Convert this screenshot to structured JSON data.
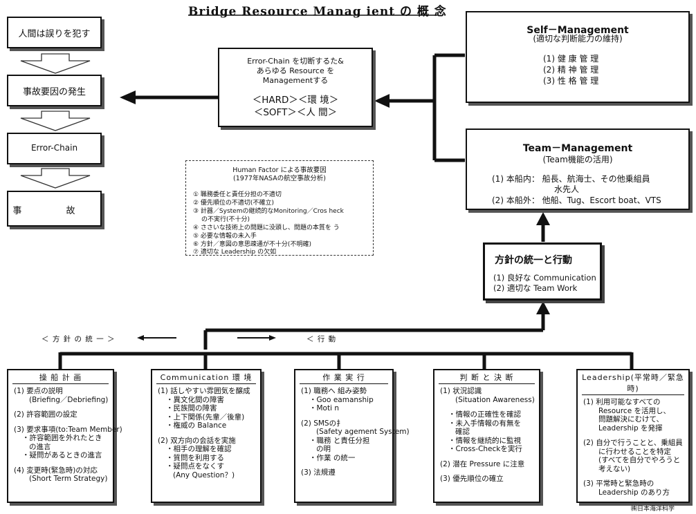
{
  "title": "Bridge  Resource  Manag  ient  の 概 念",
  "left_flow": [
    "人間は誤りを犯す",
    "事故要因の発生",
    "Error-Chain",
    "事 故"
  ],
  "center_box": {
    "line1": "Error-Chain を切断するた&",
    "line2": "あらゆる Resource を",
    "line3": "Managementする",
    "line4": "＜HARD＞＜環 境＞",
    "line5": "＜SOFT＞＜人 間＞"
  },
  "self_management": {
    "title": "Self－Management",
    "subtitle": "(適切な判断能力の維持)",
    "items": [
      "(1) 健 康 管 理",
      "(2) 精 神 管 理",
      "(3) 性 格 管 理"
    ]
  },
  "team_management": {
    "title": "Team－Management",
    "subtitle": "(Team機能の活用)",
    "items": [
      "(1) 本船内： 船長、航海士、その他乗組員",
      "水先人",
      "(2) 本船外： 他船、Tug、Escort boat、VTS"
    ]
  },
  "policy_box": {
    "title": "方針の統一と行動",
    "items": [
      "(1) 良好な Communication",
      "(2) 適切な Team Work"
    ]
  },
  "human_factor": {
    "title": "Human Factor による事故要因",
    "subtitle": "(1977年NASAの航空事故分析)",
    "items": [
      "① 職務委任と責任分担の不適切",
      "② 優先順位の不適切(不確立)",
      "③ 計器／Systemの継続的なMonitoring／Cros heck",
      "の不実行(不十分)",
      "④ ささいな技術上の問題に没頭し、問題の本質を う",
      "⑤ 必要な情報の未入手",
      "⑥ 方針／意図の意思疎通が不十分(不明確)",
      "⑦ 適切な Leadership の欠如"
    ]
  },
  "policy_label": "＜ 方 針 の 統 一 ＞",
  "action_label": "＜ 行 動",
  "bottom_boxes": [
    {
      "header": "操 船 計 画",
      "lines": [
        "(1) 要点の説明",
        "(Briefing／Debriefing)",
        "",
        "(2) 許容範囲の設定",
        "",
        "(3) 要求事項(to:Team Member)",
        "・許容範囲を外れたとき",
        "の進言",
        "・疑問があるときの進言",
        "",
        "(4) 変更時(緊急時)の対応",
        "(Short Term Strategy)"
      ]
    },
    {
      "header": "Communication 環 境",
      "lines": [
        "(1) 話しやすい雰囲気を醸成",
        "・異文化間の障害",
        "・民族間の障害",
        "・上下関係(先輩／後輩)",
        "・権威の Balance",
        "",
        "(2) 双方向の会話を実施",
        "・相手の理解を確認",
        "・質問を利用する",
        "・疑問点をなくす",
        "(Any Question？)"
      ]
    },
    {
      "header": "作 業 実 行",
      "lines": [
        "(1) 職務へ 組み姿勢",
        "・Goo eamanship",
        "・Moti n",
        "",
        "(2) SMSの扌",
        "(Safety  agement System)",
        "・職務 と責任分担",
        "の明",
        "・作業 の統一",
        "",
        "(3) 法規遵"
      ]
    },
    {
      "header": "判 断 と 決 断",
      "lines": [
        "(1) 状況認識",
        "(Situation Awareness)",
        "",
        "・情報の正確性を確認",
        "・未入手情報の有無を",
        "確認",
        "・情報を継続的に監視",
        "・Cross-Checkを実行",
        "",
        "(2) 潜在 Pressure に注意",
        "",
        "(3) 優先順位の確立"
      ]
    },
    {
      "header": "Leadership(平常時／緊急時)",
      "lines": [
        "(1) 利用可能なすべての",
        "Resource を活用し、",
        "問題解決にむけて、",
        "Leadership を発揮",
        "",
        "(2) 自分で行うことと、乗組員",
        "に行わせることを特定",
        "(すべてを自分でやろうと",
        "考えない)",
        "",
        "(3) 平常時と緊急時の",
        "Leadership のあり方"
      ]
    }
  ],
  "credit": "㈱日本海洋科学"
}
